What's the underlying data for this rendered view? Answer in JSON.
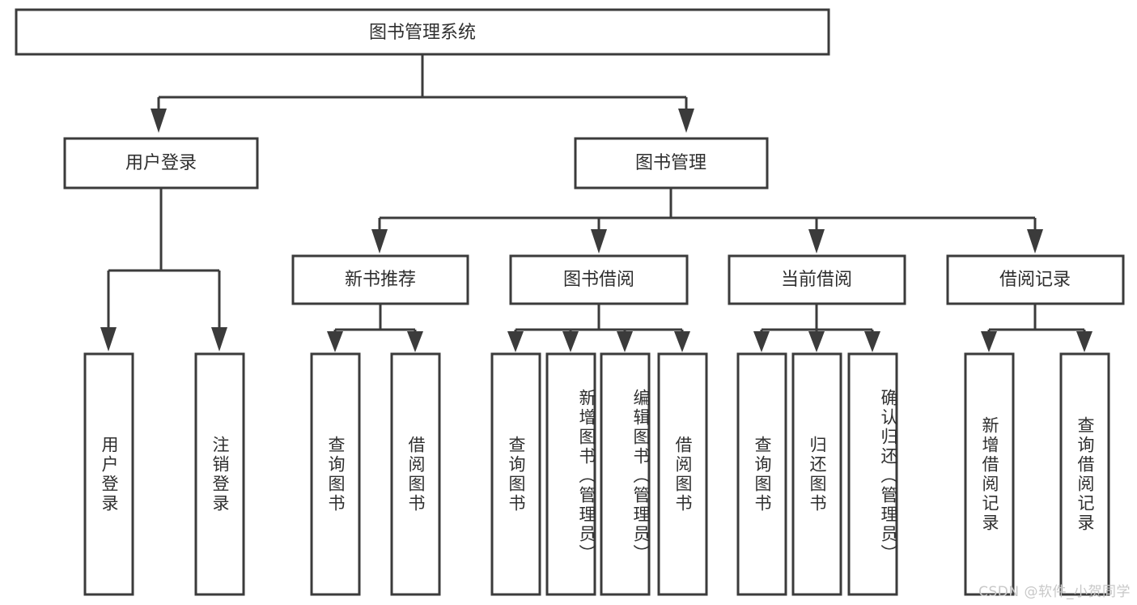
{
  "diagram": {
    "type": "tree-hierarchy-chart",
    "title": "图书管理系统",
    "root": {
      "id": "root",
      "label": "图书管理系统"
    },
    "level1": [
      {
        "id": "user-login",
        "label": "用户登录"
      },
      {
        "id": "book-manage",
        "label": "图书管理"
      }
    ],
    "level2": [
      {
        "id": "new-book-rec",
        "label": "新书推荐",
        "parent": "book-manage"
      },
      {
        "id": "book-borrow",
        "label": "图书借阅",
        "parent": "book-manage"
      },
      {
        "id": "current-borrow",
        "label": "当前借阅",
        "parent": "book-manage"
      },
      {
        "id": "borrow-record",
        "label": "借阅记录",
        "parent": "book-manage"
      }
    ],
    "leaves": [
      {
        "id": "leaf-user-login",
        "label": "用户登录",
        "parent": "user-login"
      },
      {
        "id": "leaf-logout",
        "label": "注销登录",
        "parent": "user-login"
      },
      {
        "id": "leaf-query-book-1",
        "label": "查询图书",
        "parent": "new-book-rec"
      },
      {
        "id": "leaf-borrow-book-1",
        "label": "借阅图书",
        "parent": "new-book-rec"
      },
      {
        "id": "leaf-query-book-2",
        "label": "查询图书",
        "parent": "book-borrow"
      },
      {
        "id": "leaf-add-book",
        "label": "新增图书（管理员）",
        "parent": "book-borrow"
      },
      {
        "id": "leaf-edit-book",
        "label": "编辑图书（管理员）",
        "parent": "book-borrow"
      },
      {
        "id": "leaf-borrow-book-2",
        "label": "借阅图书",
        "parent": "book-borrow"
      },
      {
        "id": "leaf-query-book-3",
        "label": "查询图书",
        "parent": "current-borrow"
      },
      {
        "id": "leaf-return-book",
        "label": "归还图书",
        "parent": "current-borrow"
      },
      {
        "id": "leaf-confirm-return",
        "label": "确认归还（管理员）",
        "parent": "current-borrow"
      },
      {
        "id": "leaf-add-record",
        "label": "新增借阅记录",
        "parent": "borrow-record"
      },
      {
        "id": "leaf-query-record",
        "label": "查询借阅记录",
        "parent": "borrow-record"
      }
    ],
    "colors": {
      "stroke": "#3b3b3b",
      "fill": "#ffffff",
      "text": "#2f2f2f",
      "watermark": "#c8c8c8",
      "background": "#ffffff"
    }
  },
  "watermark": {
    "text": "CSDN @软件_小贺同学"
  }
}
